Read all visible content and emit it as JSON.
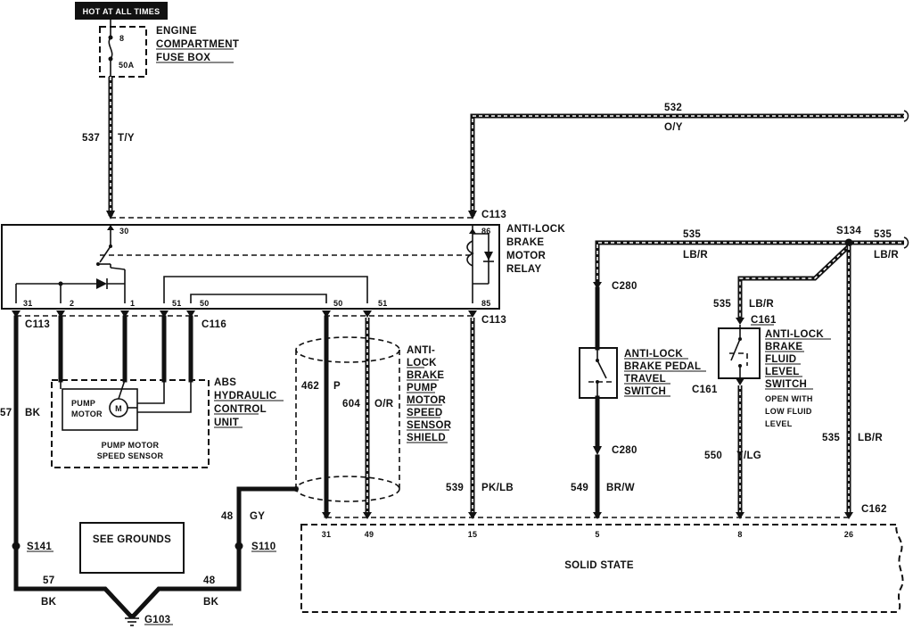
{
  "header": {
    "label": "HOT AT ALL TIMES"
  },
  "fuse_box": {
    "fuse_id": "8",
    "rating": "50A",
    "title_lines": [
      "ENGINE",
      "COMPARTMENT",
      "FUSE BOX"
    ]
  },
  "wires": {
    "w537": {
      "circuit": "537",
      "color": "T/Y"
    },
    "w532": {
      "circuit": "532",
      "color": "O/Y"
    },
    "w535_top": {
      "circuit": "535",
      "color": "LB/R"
    },
    "w535_right": {
      "circuit": "535",
      "color": "LB/R"
    },
    "w535_switch": {
      "circuit": "535",
      "color": "LB/R"
    },
    "w535_vert": {
      "circuit": "535",
      "color": "LB/R"
    },
    "w57": {
      "circuit": "57",
      "color": "BK"
    },
    "w57_bottom": {
      "circuit": "57",
      "color": "BK"
    },
    "w48": {
      "circuit": "48",
      "color": "GY"
    },
    "w48_bottom": {
      "circuit": "48",
      "color": "BK"
    },
    "w462": {
      "circuit": "462",
      "color": "P"
    },
    "w604": {
      "circuit": "604",
      "color": "O/R"
    },
    "w539": {
      "circuit": "539",
      "color": "PK/LB"
    },
    "w549": {
      "circuit": "549",
      "color": "BR/W"
    },
    "w550": {
      "circuit": "550",
      "color": "Y/LG"
    }
  },
  "connectors": {
    "c113_top": "C113",
    "c113_left": "C113",
    "c113_mid": "C113",
    "c116": "C116",
    "c280_top": "C280",
    "c280_bottom": "C280",
    "c161_top": "C161",
    "c161_bottom": "C161",
    "c162": "C162",
    "s134": "S134",
    "s141": "S141",
    "s110": "S110",
    "g103": "G103"
  },
  "module_pins": {
    "p30": "30",
    "p86": "86",
    "p85": "85",
    "p31": "31",
    "p2": "2",
    "p1": "1",
    "p51a": "51",
    "p50": "50",
    "p51b": "51",
    "p50b": "50"
  },
  "components": {
    "relay_label": [
      "ANTI-LOCK",
      "BRAKE",
      "MOTOR",
      "RELAY"
    ],
    "hcu_label": [
      "ABS",
      "HYDRAULIC",
      "CONTROL",
      "UNIT"
    ],
    "pump_motor": [
      "PUMP",
      "MOTOR"
    ],
    "motor_symbol": "M",
    "speed_sensor": [
      "PUMP MOTOR",
      "SPEED SENSOR"
    ],
    "shield_label": [
      "ANTI-",
      "LOCK",
      "BRAKE",
      "PUMP",
      "MOTOR",
      "SPEED",
      "SENSOR",
      "SHIELD"
    ],
    "pedal_switch_label": [
      "ANTI-LOCK",
      "BRAKE PEDAL",
      "TRAVEL",
      "SWITCH"
    ],
    "fluid_switch_label": [
      "ANTI-LOCK",
      "BRAKE",
      "FLUID",
      "LEVEL",
      "SWITCH"
    ],
    "fluid_switch_note": [
      "OPEN WITH",
      "LOW FLUID",
      "LEVEL"
    ],
    "see_grounds": "SEE GROUNDS",
    "solid_state": "SOLID STATE"
  },
  "solid_state_pins": [
    "31",
    "49",
    "15",
    "5",
    "8",
    "26"
  ]
}
